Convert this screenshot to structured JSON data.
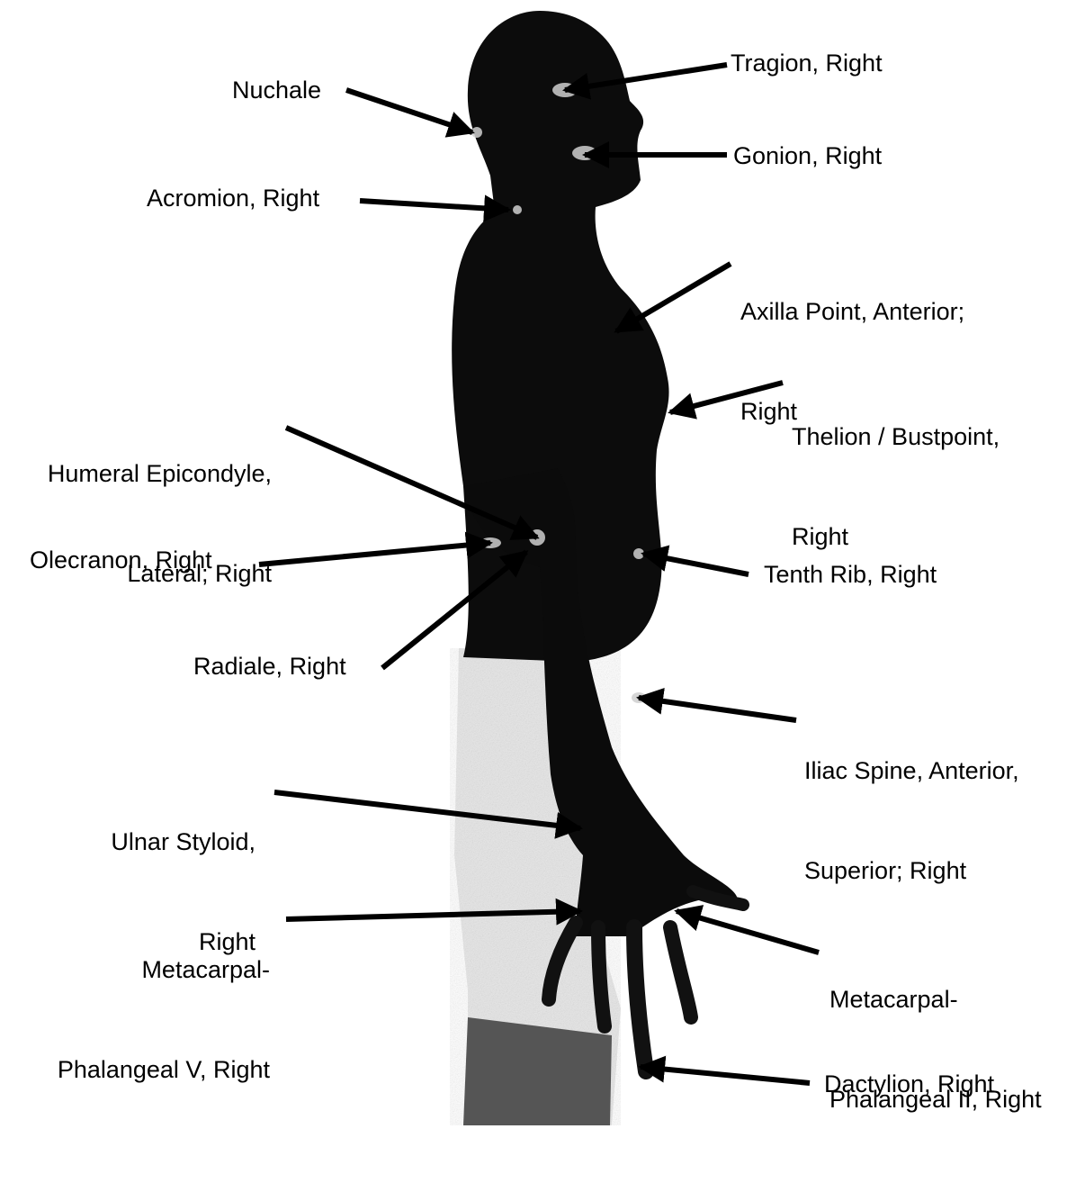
{
  "labels": {
    "tragion": "Tragion, Right",
    "nuchale": "Nuchale",
    "gonion": "Gonion, Right",
    "acromion": "Acromion, Right",
    "axilla_1": "Axilla Point, Anterior;",
    "axilla_2": "Right",
    "thelion_1": "Thelion / Bustpoint,",
    "thelion_2": "Right",
    "humeral_1": "Humeral Epicondyle,",
    "humeral_2": "Lateral; Right",
    "olecranon": "Olecranon, Right",
    "tenth_rib": "Tenth Rib, Right",
    "radiale": "Radiale, Right",
    "iliac_1": "Iliac Spine, Anterior,",
    "iliac_2": "Superior; Right",
    "ulnar_1": "Ulnar Styloid,",
    "ulnar_2": "Right",
    "mcp5_1": "Metacarpal-",
    "mcp5_2": "Phalangeal V, Right",
    "mcp2_1": "Metacarpal-",
    "mcp2_2": "Phalangeal II, Right",
    "dactylion": "Dactylion, Right"
  },
  "colors": {
    "silhouette": "#0c0c0c",
    "leg_light": "#e8e8e8",
    "arrow": "#000000"
  }
}
